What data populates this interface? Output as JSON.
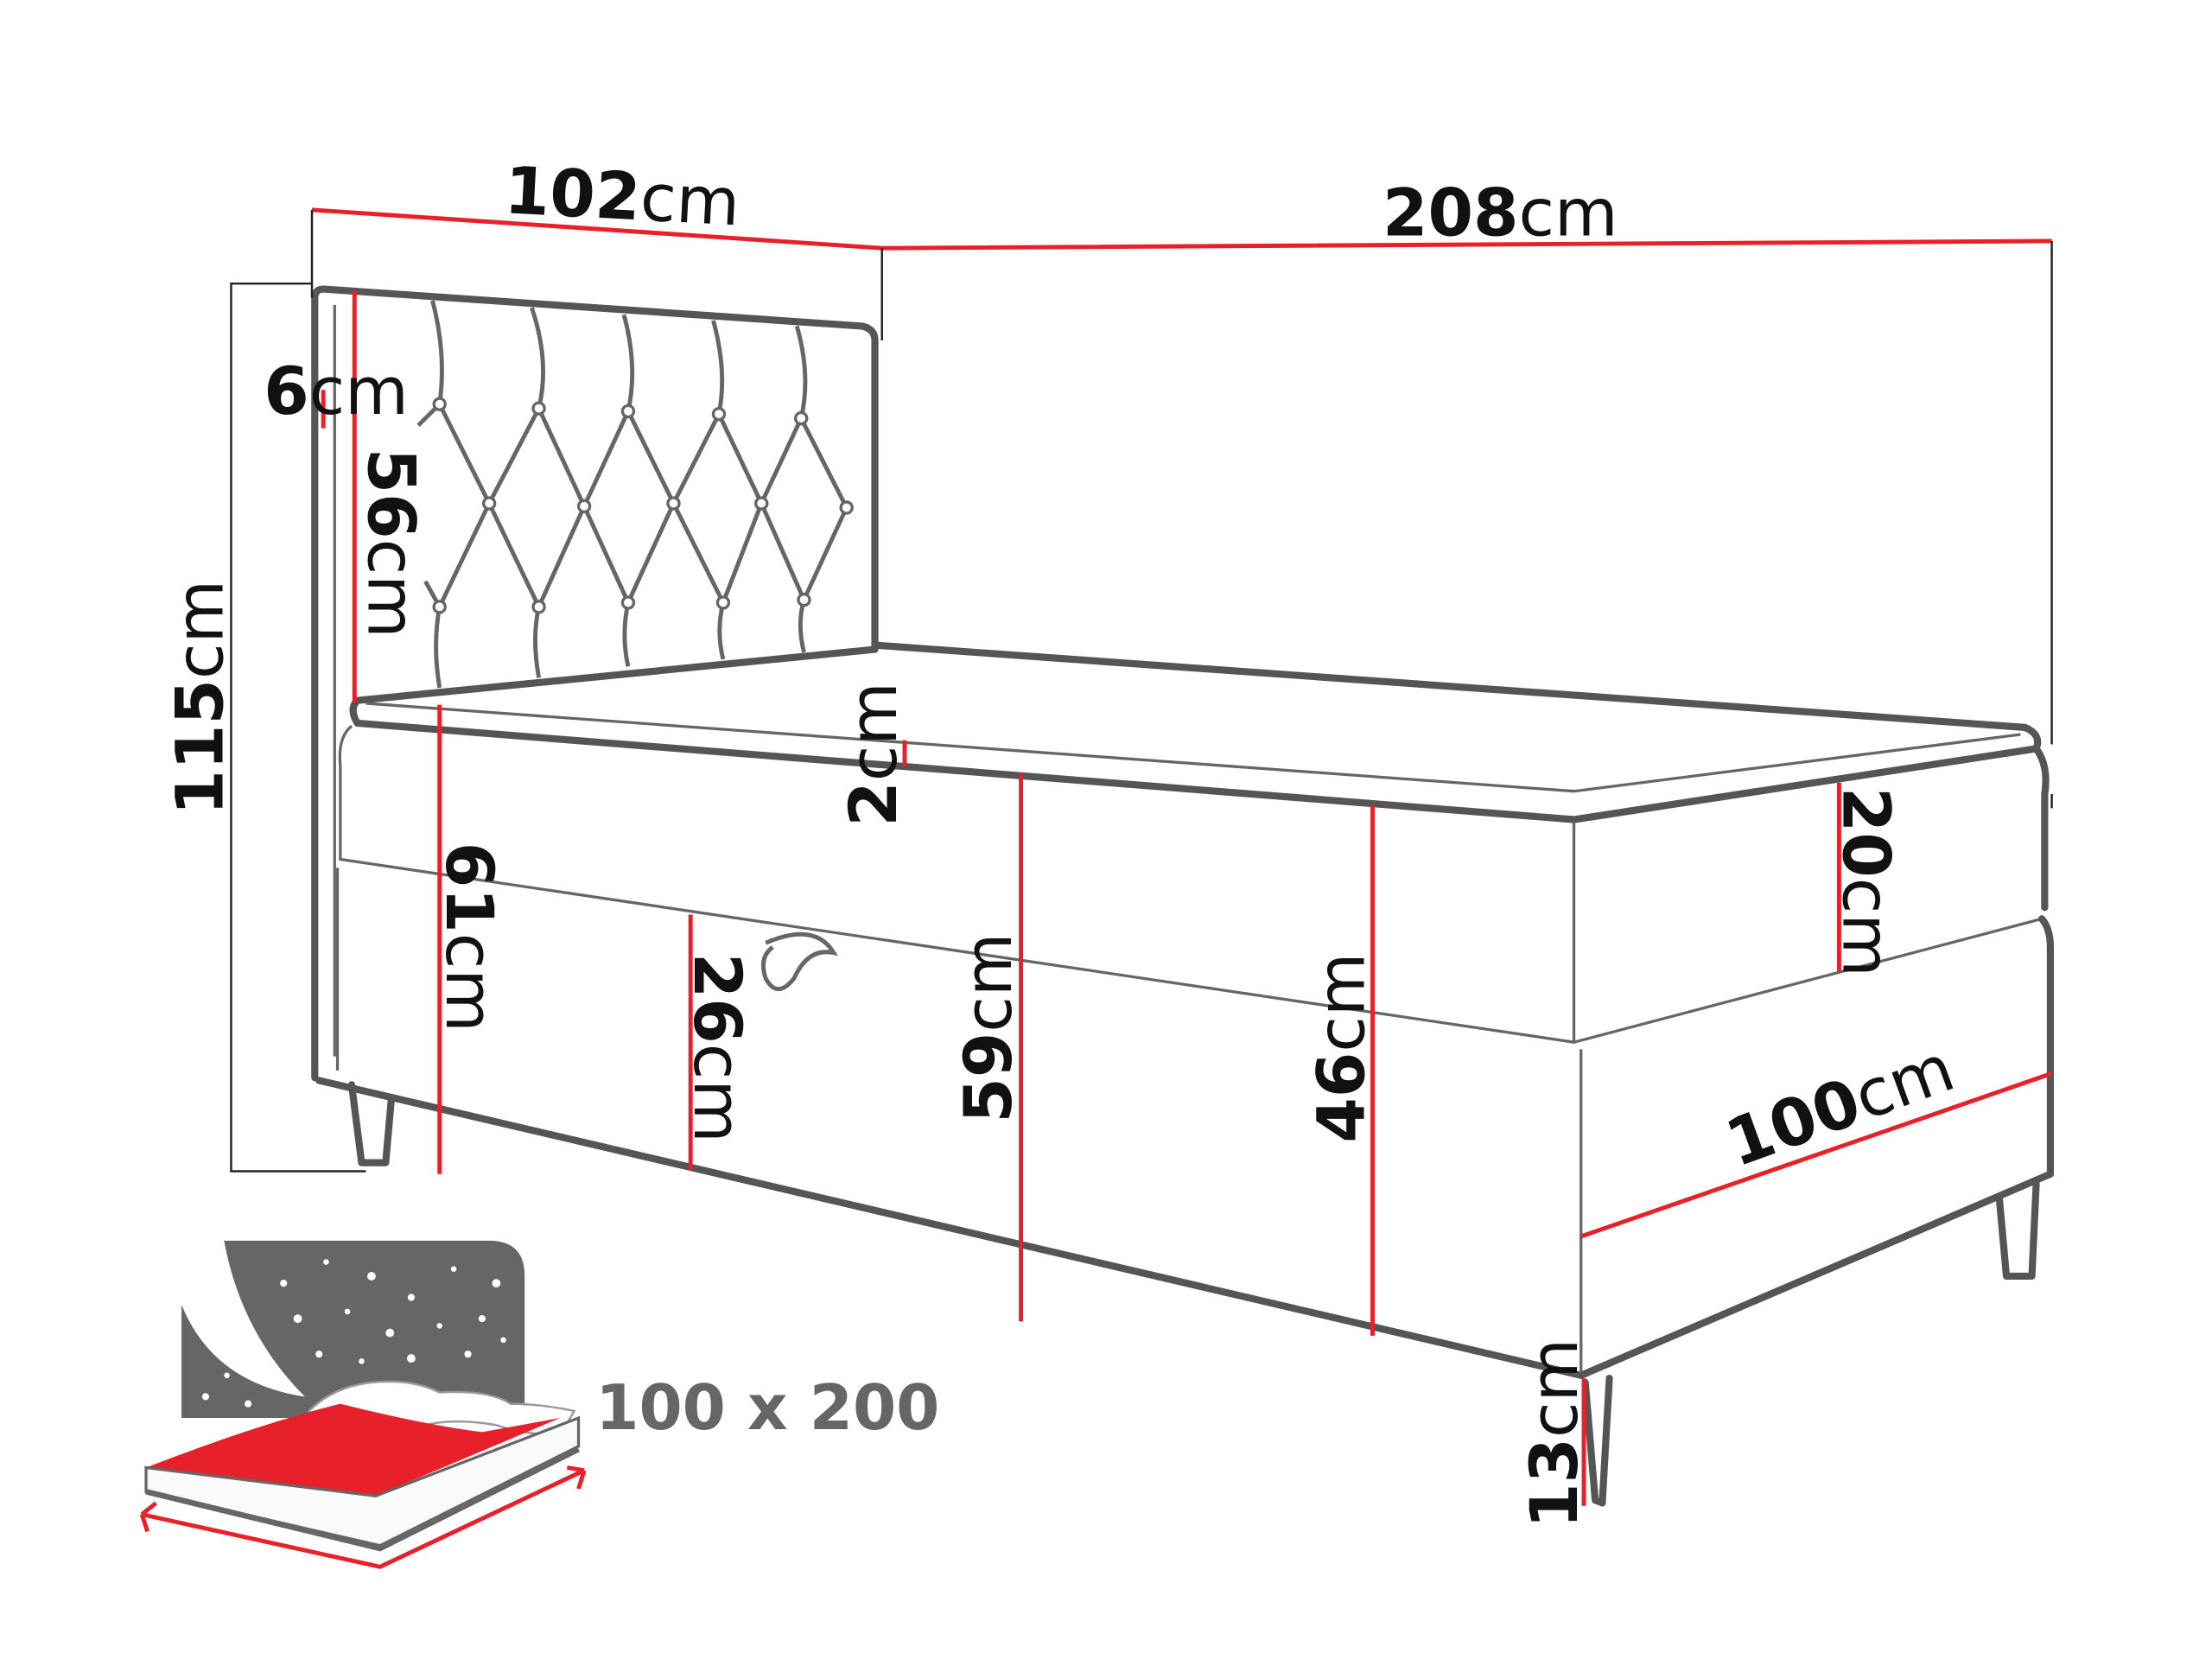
{
  "dimensions": {
    "headboard_width": {
      "value": "102",
      "unit": "cm"
    },
    "total_length": {
      "value": "208",
      "unit": "cm"
    },
    "headboard_thickness": {
      "value": "6",
      "unit": "cm"
    },
    "headboard_panel_height": {
      "value": "56",
      "unit": "cm"
    },
    "total_height": {
      "value": "115",
      "unit": "cm"
    },
    "topper_height": {
      "value": "2",
      "unit": "cm"
    },
    "height_to_floor_front": {
      "value": "61",
      "unit": "cm"
    },
    "base_box_height": {
      "value": "26",
      "unit": "cm"
    },
    "sleeping_height": {
      "value": "59",
      "unit": "cm"
    },
    "base_height": {
      "value": "46",
      "unit": "cm"
    },
    "mattress_height": {
      "value": "20",
      "unit": "cm"
    },
    "bed_width": {
      "value": "100",
      "unit": "cm"
    },
    "leg_height": {
      "value": "13",
      "unit": "cm"
    }
  },
  "mattress_size": "100 x 200",
  "colors": {
    "dimension_line": "#e8202a",
    "outline": "#555555",
    "icon_gray": "#666666"
  }
}
